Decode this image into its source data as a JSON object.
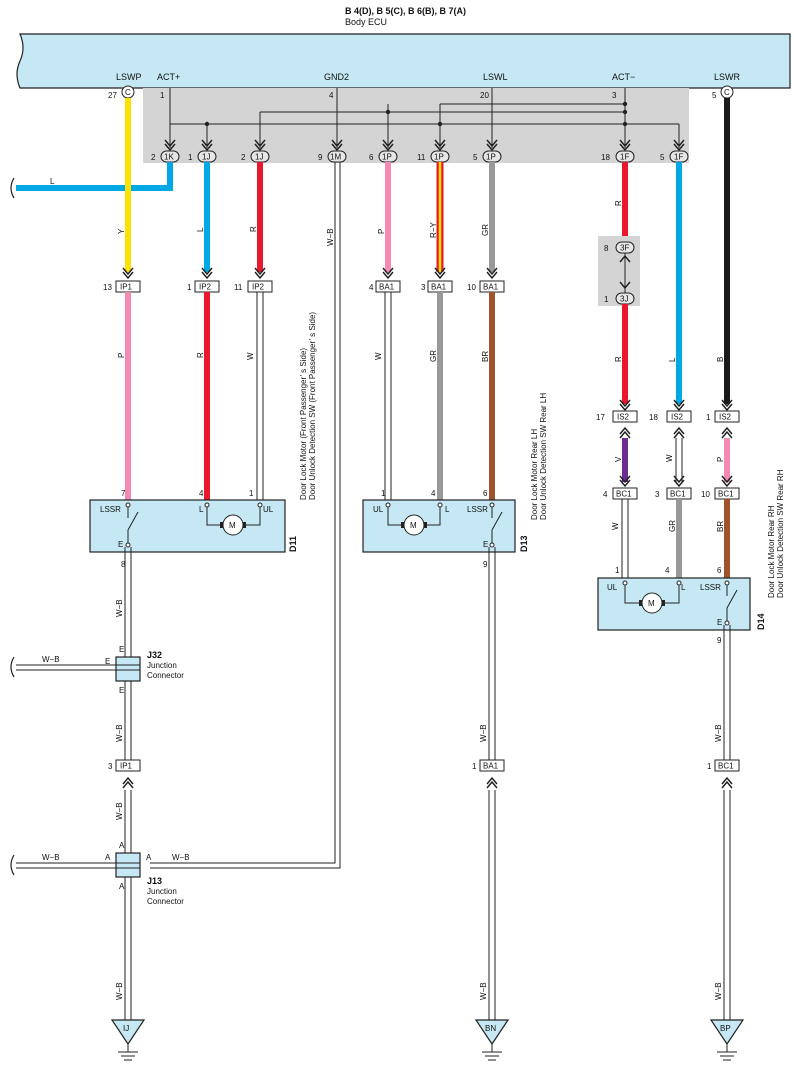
{
  "header": {
    "connectors": "B 4(D), B 5(C), B 6(B), B 7(A)",
    "title": "Body ECU"
  },
  "ecu": {
    "pins": {
      "lswp": "LSWP",
      "act_plus": "ACT+",
      "gnd2": "GND2",
      "lswl": "LSWL",
      "act_minus": "ACT−",
      "lswr": "LSWR"
    },
    "pin_nums": {
      "lswp": "27",
      "act_plus": "1",
      "gnd2": "4",
      "lswl": "20",
      "act_minus": "3",
      "lswr": "5"
    },
    "conn_c": "C"
  },
  "junction_connectors": [
    {
      "num": "2",
      "id": "1K"
    },
    {
      "num": "1",
      "id": "1J"
    },
    {
      "num": "2",
      "id": "1J"
    },
    {
      "num": "9",
      "id": "1M"
    },
    {
      "num": "6",
      "id": "1P"
    },
    {
      "num": "11",
      "id": "1P"
    },
    {
      "num": "5",
      "id": "1P"
    },
    {
      "num": "18",
      "id": "1F"
    },
    {
      "num": "5",
      "id": "1F"
    }
  ],
  "wire_colors": {
    "l": "L",
    "y": "Y",
    "r": "R",
    "wb": "W−B",
    "p": "P",
    "ry": "R−Y",
    "gr": "GR",
    "w": "W",
    "br": "BR",
    "v": "V",
    "b": "B"
  },
  "inline_connectors": {
    "ip1_13": {
      "num": "13",
      "id": "IP1"
    },
    "ip2_1": {
      "num": "1",
      "id": "IP2"
    },
    "ip2_11": {
      "num": "11",
      "id": "IP2"
    },
    "ba1_4": {
      "num": "4",
      "id": "BA1"
    },
    "ba1_3": {
      "num": "3",
      "id": "BA1"
    },
    "ba1_10": {
      "num": "10",
      "id": "BA1"
    },
    "f3_8": {
      "num": "8",
      "id": "3F"
    },
    "j3_1": {
      "num": "1",
      "id": "3J"
    },
    "is2_17": {
      "num": "17",
      "id": "IS2"
    },
    "is2_18": {
      "num": "18",
      "id": "IS2"
    },
    "is2_1": {
      "num": "1",
      "id": "IS2"
    },
    "bc1_4": {
      "num": "4",
      "id": "BC1"
    },
    "bc1_3": {
      "num": "3",
      "id": "BC1"
    },
    "bc1_10": {
      "num": "10",
      "id": "BC1"
    },
    "ip1_3": {
      "num": "3",
      "id": "IP1"
    },
    "ba1_1": {
      "num": "1",
      "id": "BA1"
    },
    "bc1_1": {
      "num": "1",
      "id": "BC1"
    }
  },
  "components": {
    "d11": {
      "id": "D11",
      "line1": "Door Lock Motor (Front Passenger’ s Side)",
      "line2": "Door Unlock Detection SW (Front Passenger’ s Side)",
      "pins": {
        "lssr": "7",
        "l": "4",
        "ul": "1",
        "e": "8"
      },
      "labels": {
        "lssr": "LSSR",
        "l": "L",
        "ul": "UL",
        "e": "E",
        "m": "M"
      }
    },
    "d13": {
      "id": "D13",
      "line1": "Door Lock Motor Rear LH",
      "line2": "Door Unlock Detection SW Rear LH",
      "pins": {
        "ul": "1",
        "l": "4",
        "lssr": "6",
        "e": "9"
      },
      "labels": {
        "ul": "UL",
        "l": "L",
        "lssr": "LSSR",
        "e": "E",
        "m": "M"
      }
    },
    "d14": {
      "id": "D14",
      "line1": "Door Lock Motor Rear RH",
      "line2": "Door Unlock Detection SW Rear RH",
      "pins": {
        "ul": "1",
        "l": "4",
        "lssr": "6",
        "e": "9"
      },
      "labels": {
        "ul": "UL",
        "l": "L",
        "lssr": "LSSR",
        "e": "E",
        "m": "M"
      }
    }
  },
  "junctions": {
    "j32": {
      "id": "J32",
      "line1": "Junction",
      "line2": "Connector",
      "pin": "E"
    },
    "j13": {
      "id": "J13",
      "line1": "Junction",
      "line2": "Connector",
      "pin": "A"
    }
  },
  "grounds": {
    "ij": "IJ",
    "bn": "BN",
    "bp": "BP"
  },
  "colors": {
    "ecu_fill": "#c5e8f4",
    "splice_fill": "#d4d4d4",
    "yellow": "#ffe000",
    "blue": "#00a8e6",
    "red": "#e8192c",
    "pink": "#f48ab4",
    "gray": "#999999",
    "brown": "#a0522d",
    "violet": "#6a2c91",
    "black": "#1a1a1a"
  }
}
